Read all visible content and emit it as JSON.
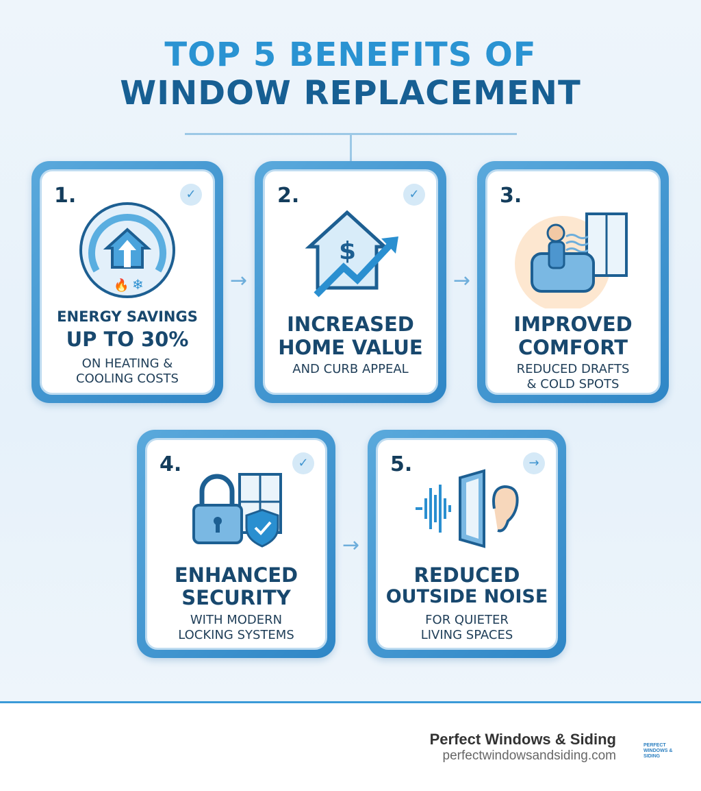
{
  "title": {
    "line1": "TOP 5 BENEFITS OF",
    "line2": "WINDOW REPLACEMENT"
  },
  "cards": [
    {
      "number": "1.",
      "heading1": "ENERGY SAVINGS",
      "heading2": "UP TO 30%",
      "sub1": "ON HEATING &",
      "sub2": "COOLING COSTS",
      "badge": "check-icon"
    },
    {
      "number": "2.",
      "heading1": "INCREASED",
      "heading2": "HOME VALUE",
      "sub1": "AND CURB APPEAL",
      "sub2": "",
      "badge": "check-icon"
    },
    {
      "number": "3.",
      "heading1": "IMPROVED",
      "heading2": "COMFORT",
      "sub1": "REDUCED DRAFTS",
      "sub2": "& COLD SPOTS",
      "badge": ""
    },
    {
      "number": "4.",
      "heading1": "ENHANCED",
      "heading2": "SECURITY",
      "sub1": "WITH MODERN",
      "sub2": "LOCKING SYSTEMS",
      "badge": "check-icon"
    },
    {
      "number": "5.",
      "heading1": "REDUCED",
      "heading2": "OUTSIDE NOISE",
      "sub1": "FOR QUIETER",
      "sub2": "LIVING SPACES",
      "badge": "arrow-right-icon"
    }
  ],
  "footer": {
    "brand": "Perfect Windows & Siding",
    "url": "perfectwindowsandsiding.com",
    "logo_text": "PERFECT WINDOWS & SIDING"
  },
  "colors": {
    "accent": "#2a93d2",
    "dark": "#175f93"
  }
}
